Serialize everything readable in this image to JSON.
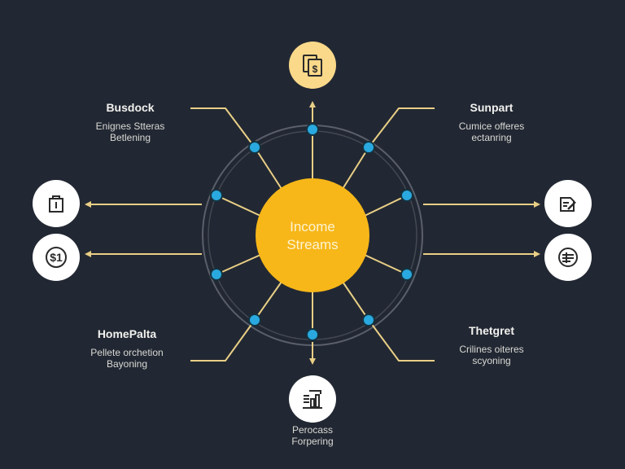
{
  "diagram": {
    "center": {
      "line1": "Income",
      "line2": "Streams"
    },
    "labels": {
      "top_left": {
        "title": "Busdock",
        "sub1": "Enignes Stteras",
        "sub2": "Betlening"
      },
      "top_right": {
        "title": "Sunpart",
        "sub1": "Cumice offeres",
        "sub2": "ectanring"
      },
      "bottom_left": {
        "title": "HomePalta",
        "sub1": "Pellete orchetion",
        "sub2": "Bayoning"
      },
      "bottom_right": {
        "title": "Thetgret",
        "sub1": "Crilines oiteres",
        "sub2": "scyoning"
      },
      "bottom": {
        "title": "",
        "sub1": "Perocass",
        "sub2": "Forpering"
      }
    },
    "icons": {
      "top": "receipt-dollar-icon",
      "left_upper": "shopping-bag-icon",
      "left_lower": "dollar-coin-icon",
      "right_upper": "document-edit-icon",
      "right_lower": "form-list-icon",
      "bottom": "bar-chart-icon"
    },
    "colors": {
      "background": "#222833",
      "center": "#f7b719",
      "connector": "#e9cf86",
      "node": "#29a9df",
      "ring": "#5a5f6a",
      "icon_gold": "#fbd98a"
    }
  }
}
